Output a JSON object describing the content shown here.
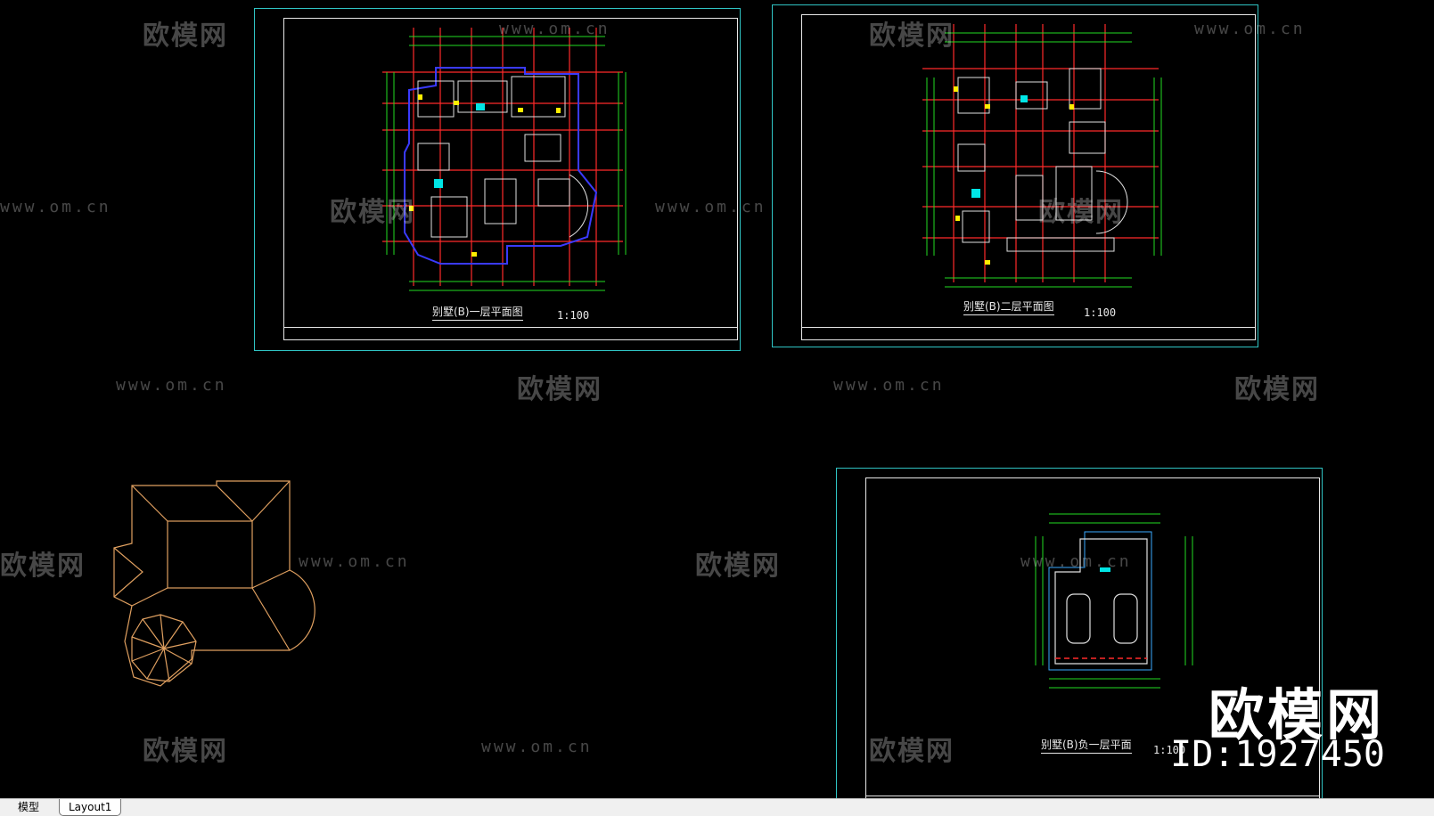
{
  "sheets": {
    "first_floor": {
      "title": "别墅(B)一层平面图",
      "scale": "1:100"
    },
    "second_floor": {
      "title": "别墅(B)二层平面图",
      "scale": "1:100"
    },
    "basement": {
      "title": "别墅(B)负一层平面",
      "scale": "1:100"
    }
  },
  "watermark": {
    "brand": "欧模网",
    "url": "www.om.cn"
  },
  "overlay": {
    "brand": "欧模网",
    "id": "ID:1927450"
  },
  "tabs": [
    {
      "label": "模型"
    },
    {
      "label": "Layout1"
    }
  ],
  "colors": {
    "sheet_border": "#2fc3c3",
    "grid": "#ff2a2a",
    "wall": "#3a3aff",
    "dim": "#22dd22",
    "roof": "#e0a060"
  }
}
